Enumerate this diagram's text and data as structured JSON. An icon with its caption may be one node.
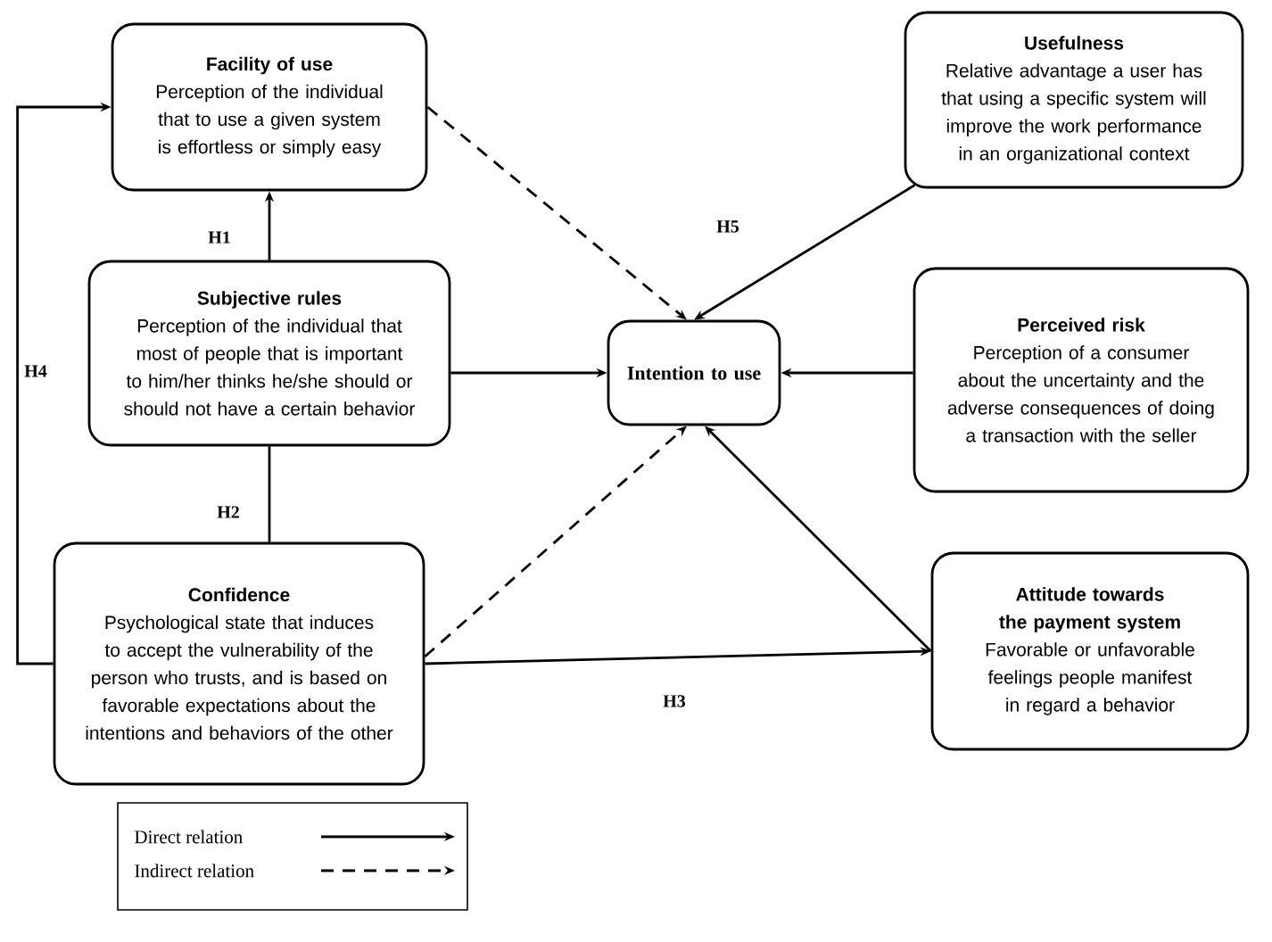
{
  "diagram": {
    "nodes": [
      {
        "text": [
          "Facility of use",
          "Perception of the individual that to use a given system is effortless or simply easy"
        ]
      },
      {
        "text": [
          "Usefulness",
          "Relative advantage a user has that using a specific system will improve the work performance in an organizational context"
        ]
      },
      {
        "text": [
          "Subjective rules",
          "Perception of the individual that most of people that is important to him/her thinks he/she should or should not have a certain behavior"
        ]
      },
      {
        "text": [
          "Intention to use"
        ]
      },
      {
        "text": [
          "Perceived risk",
          "Perception of a consumer about the uncertainty and the adverse consequences of doing a transaction with the seller"
        ]
      },
      {
        "text": [
          "Confidence",
          "Psychological state that induces to accept the vulnerability of the person who trusts, and is based on favorable expectations about the intentions and behaviors of the other"
        ]
      },
      {
        "text": [
          "Attitude towards the payment system",
          "Favorable or unfavorable feelings people manifest in regard a behavior"
        ]
      }
    ],
    "edges": [
      {
        "from": 5,
        "to": 0,
        "arrow": "to",
        "label": "H4"
      },
      {
        "from": 2,
        "to": 0,
        "arrow": "to",
        "label": "H1"
      },
      {
        "from": 2,
        "to": 5,
        "arrow": "none",
        "label": "H2"
      },
      {
        "from": 0,
        "to": 3,
        "arrow": "to",
        "style": "dashed"
      },
      {
        "from": 1,
        "to": 3,
        "arrow": "to",
        "label": "H5"
      },
      {
        "from": 2,
        "to": 3,
        "arrow": "to"
      },
      {
        "from": 4,
        "to": 3,
        "arrow": "to"
      },
      {
        "from": 5,
        "to": 3,
        "arrow": "to",
        "style": "dashed"
      },
      {
        "from": 5,
        "to": 6,
        "arrow": "to",
        "label": "H3"
      },
      {
        "from": 6,
        "to": 3,
        "arrow": "to"
      }
    ],
    "legend": [
      {
        "text": "Direct relation"
      },
      {
        "text": "Indirect relation"
      }
    ]
  }
}
